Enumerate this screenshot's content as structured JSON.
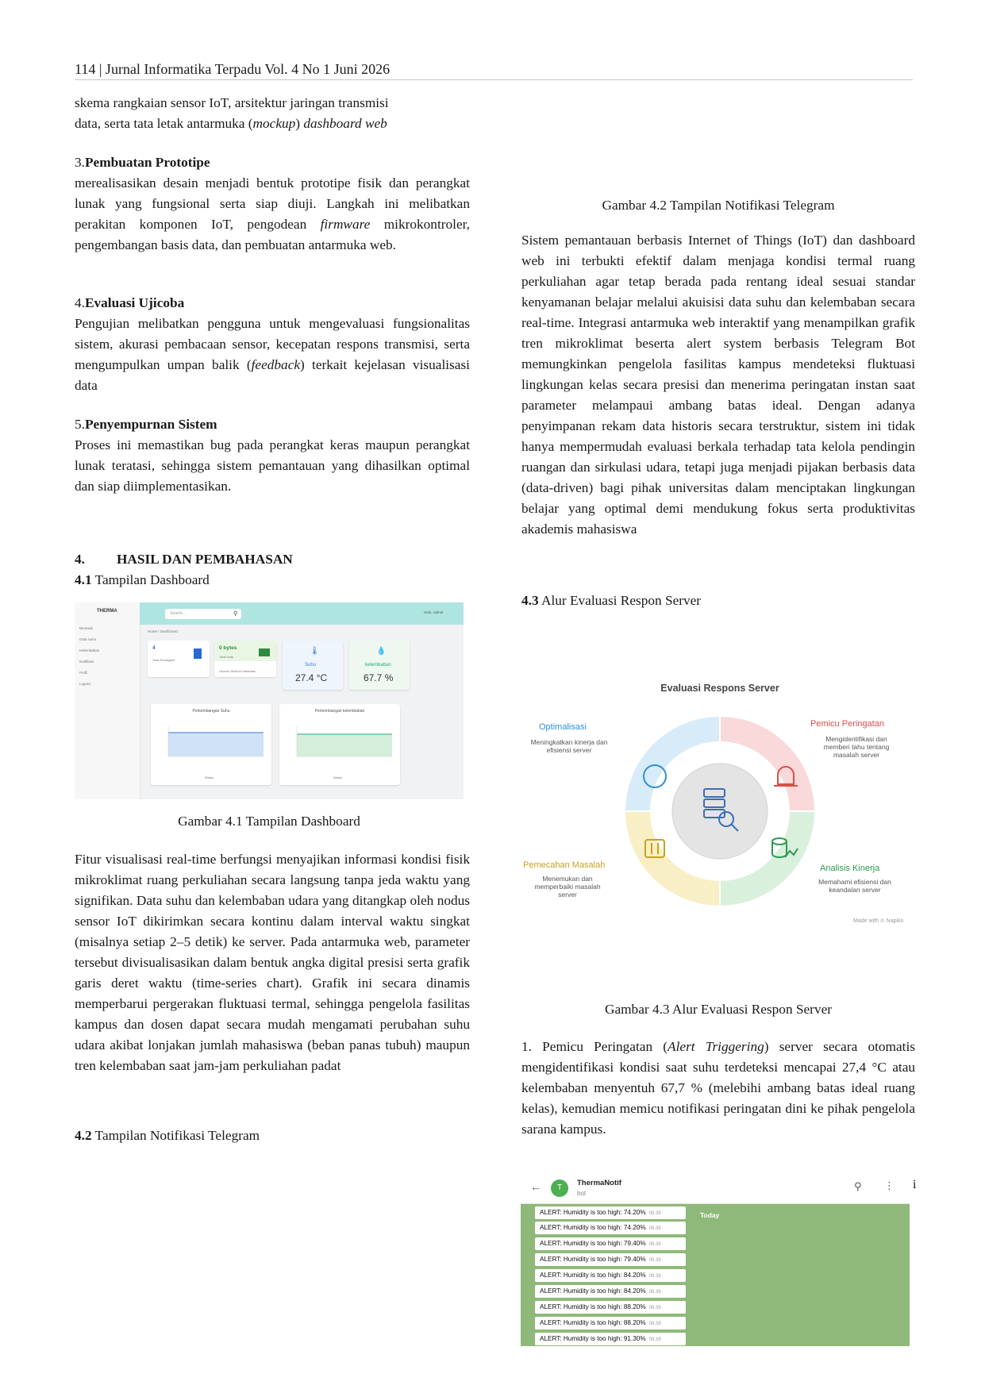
{
  "header": {
    "text": "114 | Jurnal Informatika Terpadu Vol. 4 No 1  Juni 2026"
  },
  "left": {
    "intro_line1_a": "skema rangkaian sensor IoT, arsitektur jaringan transmisi",
    "intro_line2_a": "data, serta tata letak antarmuka (",
    "intro_line2_em1": "mockup",
    "intro_line2_b": ") ",
    "intro_line2_em2": "dashboard web",
    "s3_num": "3.",
    "s3_title": "Pembuatan Prototipe",
    "s3_text_a": "merealisasikan desain menjadi bentuk prototipe fisik dan perangkat lunak yang fungsional serta siap diuji. Langkah ini melibatkan perakitan komponen IoT, pengodean ",
    "s3_em": "firmware",
    "s3_text_b": " mikrokontroler, pengembangan basis data, dan pembuatan antarmuka web.",
    "s4_num": "4.",
    "s4_title": "Evaluasi Ujicoba",
    "s4_text_a": "Pengujian melibatkan pengguna untuk mengevaluasi fungsionalitas sistem, akurasi pembacaan sensor, kecepatan respons transmisi, serta mengumpulkan umpan balik (",
    "s4_em": "feedback",
    "s4_text_b": ") terkait kejelasan visualisasi data",
    "s5_num": "5.",
    "s5_title": "Penyempurnan Sistem",
    "s5_text": "Proses ini memastikan bug pada perangkat keras maupun perangkat lunak teratasi, sehingga sistem pemantauan yang dihasilkan optimal dan siap diimplementasikan.",
    "h4_num": "4.",
    "h4_title": "HASIL DAN PEMBAHASAN",
    "h41_num": "4.1",
    "h41_title": " Tampilan Dashboard",
    "fig41_caption": "Gambar 4.1 Tampilan Dashboard",
    "para_text": "Fitur visualisasi real-time berfungsi menyajikan informasi kondisi fisik mikroklimat ruang perkuliahan secara langsung tanpa jeda waktu yang signifikan. Data suhu dan kelembaban udara yang ditangkap oleh nodus sensor IoT dikirimkan secara kontinu dalam interval waktu singkat (misalnya setiap 2–5 detik) ke server. Pada antarmuka web, parameter tersebut divisualisasikan dalam bentuk angka digital presisi serta grafik garis deret waktu (time-series chart). Grafik ini secara dinamis memperbarui pergerakan fluktuasi termal, sehingga pengelola fasilitas kampus dan dosen dapat secara mudah mengamati perubahan suhu udara akibat lonjakan jumlah mahasiswa (beban panas tubuh) maupun tren kelembaban saat jam-jam perkuliahan padat",
    "h42_num": "4.2",
    "h42_title": " Tampilan Notifikasi Telegram"
  },
  "dashboard": {
    "brand": "THERMA",
    "nav": [
      "Beranda",
      "Data Suhu",
      "Kelembaban",
      "Notifikasi",
      "Profil",
      "Logout"
    ],
    "search_placeholder": "Search...",
    "user": "Halo, Admin",
    "crumb": "Home / Dashboard",
    "card1_value": "4",
    "card1_label": "Total Perangkat",
    "card2_value": "0 bytes",
    "card2_label": "Total Data",
    "card2_foot": "Ukuran Seluruh Database",
    "suhu_label": "Suhu",
    "suhu_value": "27.4 °C",
    "kelembaban_label": "kelembaban",
    "kelembaban_value": "67.7 %",
    "chart1_title": "Perkembangan Suhu",
    "chart2_title": "Perkembangan kelembaban",
    "chart_xlabel": "Waktu",
    "colors": {
      "accent": "#aee5e1",
      "suhu": "#3a7bd5",
      "kelembaban": "#2aa876"
    }
  },
  "right": {
    "fig42_caption": "Gambar 4.2 Tampilan Notifikasi Telegram",
    "para_text": "Sistem pemantauan berbasis Internet of Things (IoT) dan dashboard web ini terbukti efektif dalam menjaga kondisi termal ruang perkuliahan agar tetap berada pada rentang ideal sesuai standar kenyamanan belajar melalui akuisisi data suhu dan kelembaban secara real-time. Integrasi antarmuka web interaktif yang menampilkan grafik tren mikroklimat beserta alert system berbasis Telegram Bot memungkinkan pengelola fasilitas kampus mendeteksi fluktuasi lingkungan kelas secara presisi dan menerima peringatan instan saat parameter melampaui ambang batas ideal. Dengan adanya penyimpanan rekam data historis secara terstruktur, sistem ini tidak hanya mempermudah evaluasi berkala terhadap tata kelola pendingin ruangan dan sirkulasi udara, tetapi juga menjadi pijakan berbasis data (data-driven) bagi pihak universitas dalam menciptakan lingkungan belajar yang optimal demi mendukung fokus serta produktivitas akademis mahasiswa",
    "h43_num": "4.3",
    "h43_title": " Alur Evaluasi Respon Server",
    "fig43_caption": "Gambar 4.3 Alur Evaluasi Respon Server",
    "item1_a": "1. Pemicu Peringatan (",
    "item1_em": "Alert Triggering",
    "item1_b": ") server secara otomatis mengidentifikasi kondisi saat suhu terdeteksi mencapai 27,4 °C atau kelembaban menyentuh 67,7 % (melebihi ambang batas ideal ruang kelas), kemudian memicu notifikasi peringatan dini ke pihak pengelola sarana kampus.",
    "stray_mark": "i"
  },
  "diagram": {
    "title": "Evaluasi Respons Server",
    "q1_head": "Optimalisasi",
    "q1_desc": "Meningkatkan kinerja dan efisiensi server",
    "q2_head": "Pemicu Peringatan",
    "q2_desc": "Mengidentifikasi dan memberi tahu tentang masalah server",
    "q3_head": "Pemecahan Masalah",
    "q3_desc": "Menemukan dan memperbaiki masalah server",
    "q4_head": "Analisis Kinerja",
    "q4_desc": "Memahami efisiensi dan keandalan server",
    "footer": "Made with ⊙ Napkin",
    "colors": {
      "blue": "#d7ecf8",
      "red": "#f9d9d9",
      "yellow": "#f8efc6",
      "green": "#d9f0dd",
      "center": "#e6e6e6"
    }
  },
  "telegram": {
    "name": "ThermaNotif",
    "sub": "bot",
    "avatar": "T",
    "today": "Today",
    "time": "08.39",
    "messages": [
      "ALERT: Humidity is too high: 74.20%",
      "ALERT: Humidity is too high: 74.20%",
      "ALERT: Humidity is too high: 79.40%",
      "ALERT: Humidity is too high: 79.40%",
      "ALERT: Humidity is too high: 84.20%",
      "ALERT: Humidity is too high: 84.20%",
      "ALERT: Humidity is too high: 88.20%",
      "ALERT: Humidity is too high: 88.20%",
      "ALERT: Humidity is too high: 91.30%"
    ]
  }
}
